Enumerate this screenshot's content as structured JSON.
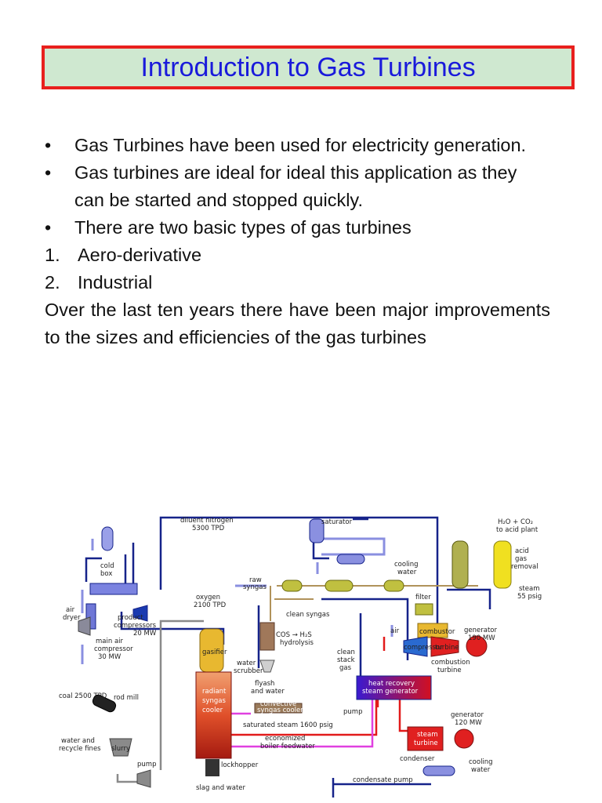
{
  "title": "Introduction to Gas Turbines",
  "bullet_glyph": "•",
  "bullets": [
    "Gas Turbines have been used for electricity generation.",
    "Gas turbines are ideal for ideal this application as they can be started and stopped quickly.",
    "There are two basic types of gas turbines"
  ],
  "numbered": [
    {
      "num": "1.",
      "text": "Aero-derivative"
    },
    {
      "num": "2.",
      "text": "Industrial"
    }
  ],
  "paragraph": "Over the last ten years there have been major improvements to the sizes and efficiencies of the gas turbines",
  "diagram": {
    "diluent_nitrogen": "diluent nitrogen",
    "diluent_tpd": "5300 TPD",
    "saturator": "saturator",
    "h2o_co2": "H₂O + CO₂",
    "to_acid_plant": "to acid plant",
    "cold": "cold",
    "box": "box",
    "acid": "acid",
    "gas": "gas",
    "removal": "removal",
    "raw": "raw",
    "syngas": "syngas",
    "cooling": "cooling",
    "water": "water",
    "steam": "steam",
    "steam_psig": "55 psig",
    "oxygen": "oxygen",
    "oxygen_tpd": "2100 TPD",
    "clean_syngas": "clean syngas",
    "filter": "filter",
    "air": "air",
    "dryer": "dryer",
    "product": "product",
    "compressors": "compressors",
    "prod_mw": "20 MW",
    "cos": "COS → H₂S",
    "hydrolysis": "hydrolysis",
    "clean": "clean",
    "stack": "stack",
    "combustor": "combustor",
    "generator": "generator",
    "gen1_mw": "190 MW",
    "compressor": "compressor",
    "turbine": "turbine",
    "combustion": "combustion",
    "main_air": "main air",
    "main_comp": "compressor",
    "main_mw": "30 MW",
    "gasifier": "gasifier",
    "water_scrubber": "water",
    "scrubber": "scrubber",
    "flyash": "flyash",
    "and_water": "and water",
    "heat_recovery": "heat recovery",
    "steam_generator": "steam generator",
    "coal": "coal 2500 TPD",
    "rod_mill": "rod mill",
    "radiant": "radiant",
    "rsyngas": "syngas",
    "cooler": "cooler",
    "convective": "convective",
    "syngas_cooler": "syngas cooler",
    "saturated_steam": "saturated steam 1600 psig",
    "pump": "pump",
    "generator2": "generator",
    "gen2_mw": "120 MW",
    "water_and": "water and",
    "recycle_fines": "recycle fines",
    "slurry": "slurry",
    "economized": "economized",
    "boiler_feedwater": "boiler feedwater",
    "steam_turbine_1": "steam",
    "steam_turbine_2": "turbine",
    "condenser": "condenser",
    "cooling2": "cooling",
    "water2": "water",
    "lockhopper": "lockhopper",
    "slag_water": "slag and water",
    "condensate_pump": "condensate pump",
    "pump2": "pump",
    "gas_label": "gas"
  }
}
